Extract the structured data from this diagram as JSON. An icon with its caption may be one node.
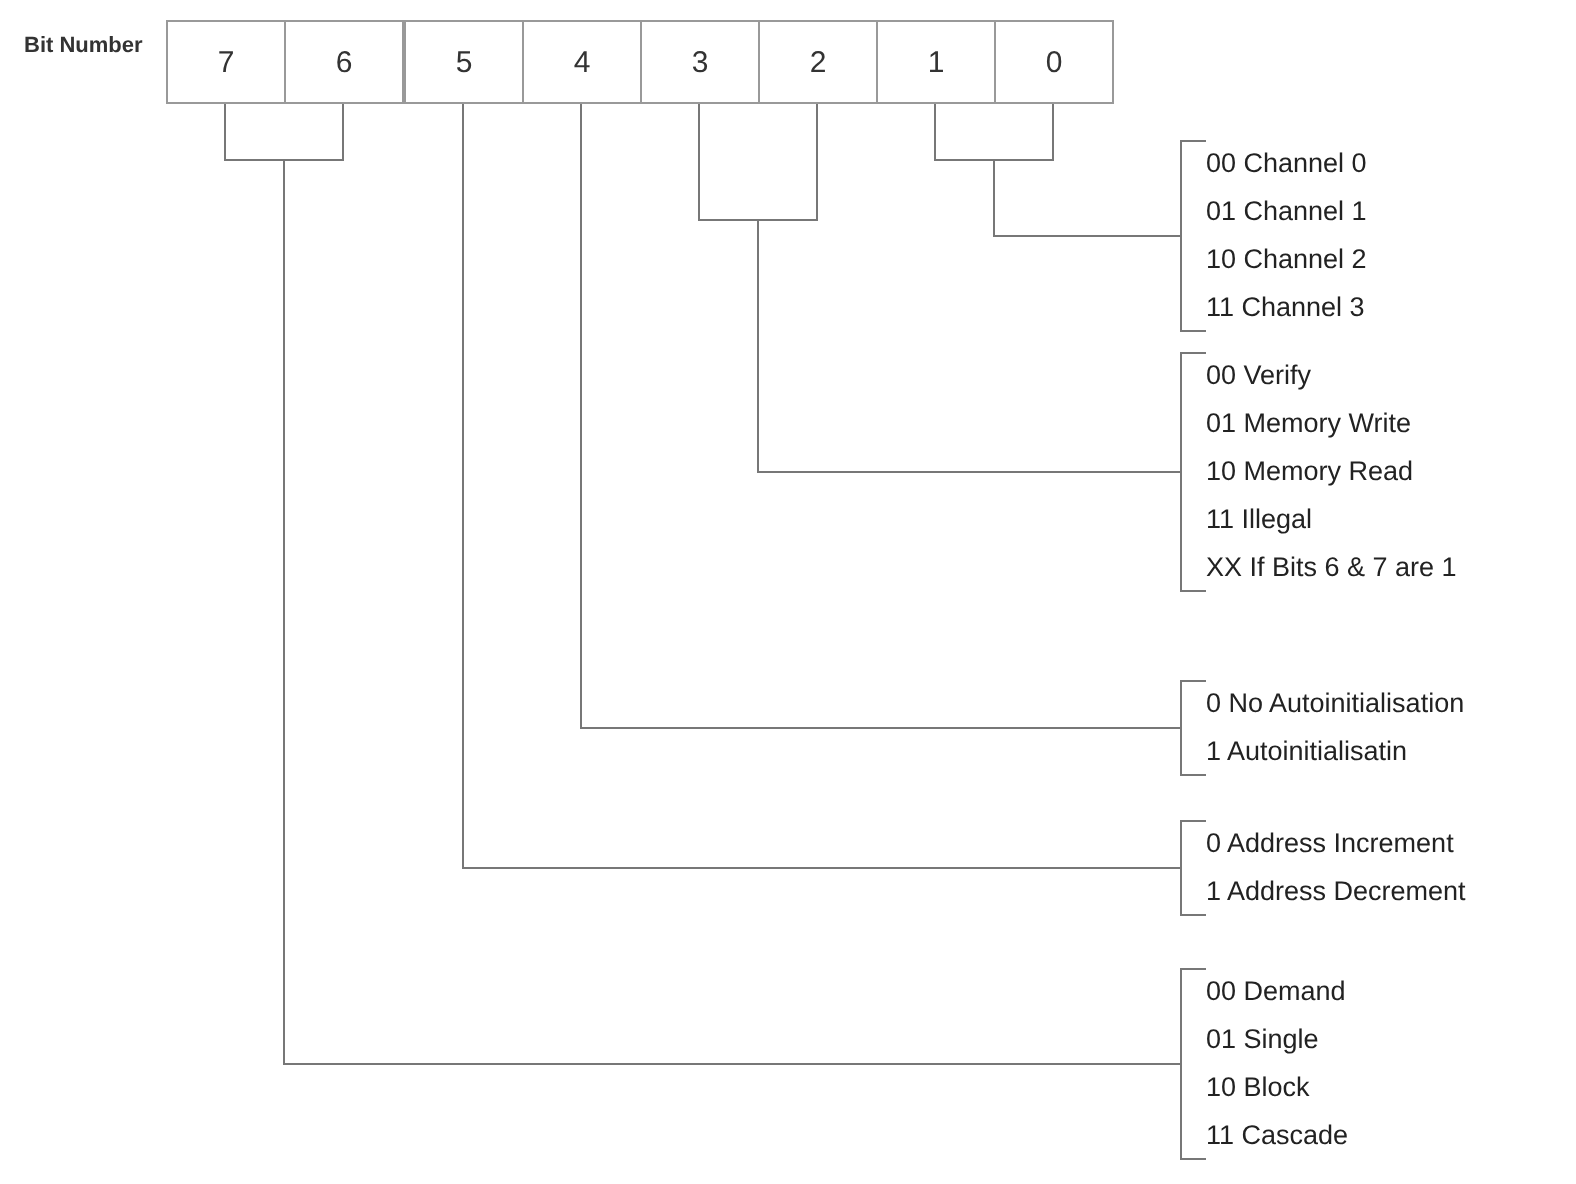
{
  "diagram": {
    "nodes": [
      {
        "text": [
          "7"
        ]
      },
      {
        "text": [
          "6"
        ]
      },
      {
        "text": [
          "5"
        ]
      },
      {
        "text": [
          "4"
        ]
      },
      {
        "text": [
          "3"
        ]
      },
      {
        "text": [
          "2"
        ]
      },
      {
        "text": [
          "1"
        ]
      },
      {
        "text": [
          "0"
        ]
      },
      {
        "text": [
          "00 Channel 0",
          "01 Channel 1",
          "10 Channel 2",
          "11 Channel 3"
        ]
      },
      {
        "text": [
          "00 Verify",
          "01 Memory Write",
          "10 Memory Read",
          "11 Illegal",
          "XX If Bits 6 & 7 are 1"
        ]
      },
      {
        "text": [
          "0 No Autoinitialisation",
          "1 Autoinitialisatin"
        ]
      },
      {
        "text": [
          "0 Address Increment",
          "1 Address Decrement"
        ]
      },
      {
        "text": [
          "00 Demand",
          "01 Single",
          "10 Block",
          "11 Cascade"
        ]
      }
    ],
    "edges": [
      {
        "from": 6,
        "to": 8,
        "arrow": "none"
      },
      {
        "from": 7,
        "to": 8,
        "arrow": "none"
      },
      {
        "from": 4,
        "to": 9,
        "arrow": "none"
      },
      {
        "from": 5,
        "to": 9,
        "arrow": "none"
      },
      {
        "from": 3,
        "to": 10,
        "arrow": "none"
      },
      {
        "from": 2,
        "to": 11,
        "arrow": "none"
      },
      {
        "from": 0,
        "to": 12,
        "arrow": "none"
      },
      {
        "from": 1,
        "to": 12,
        "arrow": "none"
      }
    ],
    "labels": [
      "Bit Number"
    ]
  }
}
